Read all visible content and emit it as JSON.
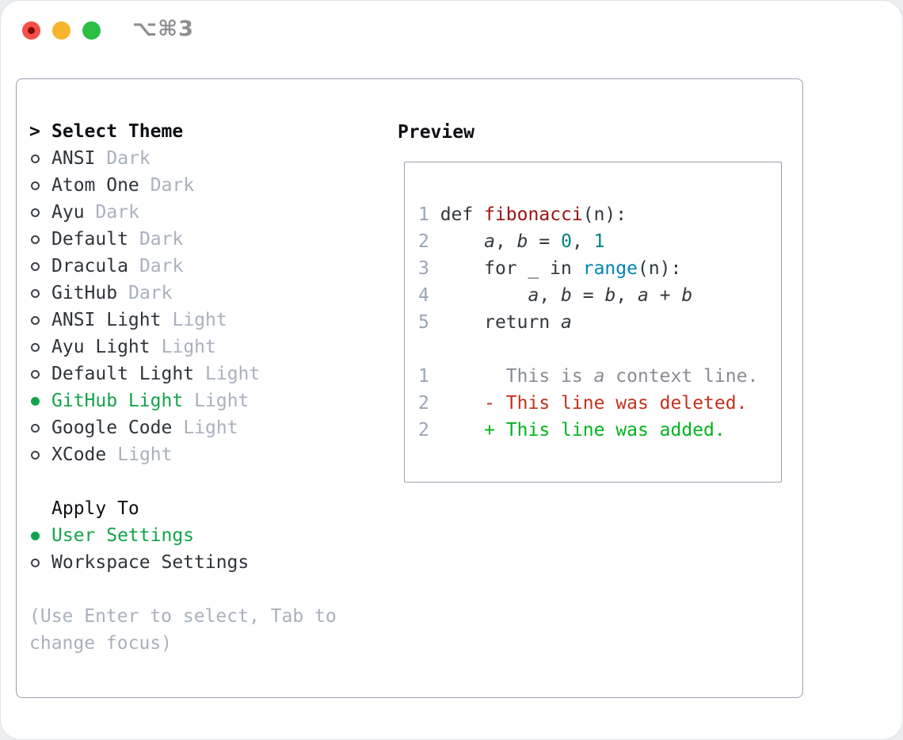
{
  "window": {
    "title": "⌥⌘3"
  },
  "colors": {
    "accent_green": "#12a44b",
    "border_gray": "#9aa2ae",
    "label_dark": "#2e343b",
    "tag_gray": "#a9b1be",
    "black": "#0c0f13",
    "line_number_gray": "#9aa5b5",
    "code_plain": "#32383f",
    "func_red": "#9c1212",
    "literal_teal": "#008080",
    "builtin_blue": "#0086b3",
    "context_gray": "#888c94",
    "deleted_red": "#c5311d",
    "added_green": "#00b41e",
    "traffic_red": "#f4504a",
    "traffic_red_dot": "#7c0d06",
    "traffic_yellow": "#f9b42e",
    "traffic_green": "#2bbd44",
    "titlebar_text": "#8e8e93"
  },
  "theme_picker": {
    "header": {
      "marker": ">",
      "label": "Select Theme"
    },
    "themes": [
      {
        "name": "ANSI",
        "tag": "Dark",
        "selected": false
      },
      {
        "name": "Atom One",
        "tag": "Dark",
        "selected": false
      },
      {
        "name": "Ayu",
        "tag": "Dark",
        "selected": false
      },
      {
        "name": "Default",
        "tag": "Dark",
        "selected": false
      },
      {
        "name": "Dracula",
        "tag": "Dark",
        "selected": false
      },
      {
        "name": "GitHub",
        "tag": "Dark",
        "selected": false
      },
      {
        "name": "ANSI Light",
        "tag": "Light",
        "selected": false
      },
      {
        "name": "Ayu Light",
        "tag": "Light",
        "selected": false
      },
      {
        "name": "Default Light",
        "tag": "Light",
        "selected": false
      },
      {
        "name": "GitHub Light",
        "tag": "Light",
        "selected": true
      },
      {
        "name": "Google Code",
        "tag": "Light",
        "selected": false
      },
      {
        "name": "XCode",
        "tag": "Light",
        "selected": false
      }
    ],
    "apply_to": {
      "label": "Apply To",
      "options": [
        {
          "name": "User Settings",
          "selected": true
        },
        {
          "name": "Workspace Settings",
          "selected": false
        }
      ]
    },
    "hint_lines": [
      "(Use Enter to select, Tab to",
      "change focus)"
    ]
  },
  "preview": {
    "title": "Preview",
    "lines": [
      {
        "num": "1",
        "segments": [
          {
            "t": " def ",
            "c": "plain"
          },
          {
            "t": "fibonacci",
            "c": "title"
          },
          {
            "t": "(n):",
            "c": "plain"
          }
        ]
      },
      {
        "num": "2",
        "segments": [
          {
            "t": "     ",
            "c": "plain"
          },
          {
            "t": "a",
            "c": "var"
          },
          {
            "t": ", ",
            "c": "plain"
          },
          {
            "t": "b",
            "c": "var"
          },
          {
            "t": " = ",
            "c": "plain"
          },
          {
            "t": "0",
            "c": "lit"
          },
          {
            "t": ", ",
            "c": "plain"
          },
          {
            "t": "1",
            "c": "lit"
          }
        ]
      },
      {
        "num": "3",
        "segments": [
          {
            "t": "     for _ in ",
            "c": "plain"
          },
          {
            "t": "range",
            "c": "builtin"
          },
          {
            "t": "(n):",
            "c": "plain"
          }
        ]
      },
      {
        "num": "4",
        "segments": [
          {
            "t": "         ",
            "c": "plain"
          },
          {
            "t": "a",
            "c": "var"
          },
          {
            "t": ", ",
            "c": "plain"
          },
          {
            "t": "b",
            "c": "var"
          },
          {
            "t": " = ",
            "c": "plain"
          },
          {
            "t": "b",
            "c": "var"
          },
          {
            "t": ", ",
            "c": "plain"
          },
          {
            "t": "a",
            "c": "var"
          },
          {
            "t": " + ",
            "c": "plain"
          },
          {
            "t": "b",
            "c": "var"
          }
        ]
      },
      {
        "num": "5",
        "segments": [
          {
            "t": "     return ",
            "c": "plain"
          },
          {
            "t": "a",
            "c": "var"
          }
        ]
      },
      {
        "num": "",
        "segments": []
      },
      {
        "num": "1",
        "segments": [
          {
            "t": "       This is ",
            "c": "ctx"
          },
          {
            "t": "a",
            "c": "ctxvar"
          },
          {
            "t": " context line.",
            "c": "ctx"
          }
        ]
      },
      {
        "num": "2",
        "segments": [
          {
            "t": "     ",
            "c": "plain"
          },
          {
            "t": "- This line was deleted.",
            "c": "del"
          }
        ]
      },
      {
        "num": "2",
        "segments": [
          {
            "t": "     ",
            "c": "plain"
          },
          {
            "t": "+ This line was added.",
            "c": "add"
          }
        ]
      }
    ]
  }
}
